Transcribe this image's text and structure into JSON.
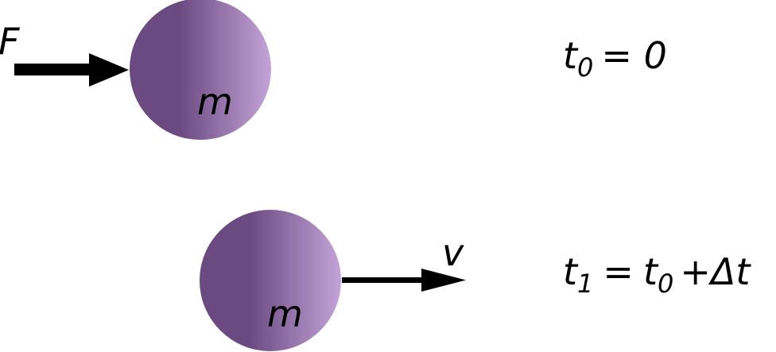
{
  "diagram": {
    "top": {
      "force_label": "F",
      "mass_label": "m",
      "equation": {
        "var": "t",
        "sub": "0",
        "rhs": "= 0"
      }
    },
    "bottom": {
      "velocity_label": "v",
      "mass_label": "m",
      "equation": {
        "var": "t",
        "sub": "1",
        "eq": "=",
        "rhs_var": "t",
        "rhs_sub": "0",
        "rhs_tail": "+Δt"
      }
    },
    "colors": {
      "ball_dark": "#6a4a80",
      "ball_light": "#c3a3d8",
      "arrow": "#000000"
    }
  }
}
